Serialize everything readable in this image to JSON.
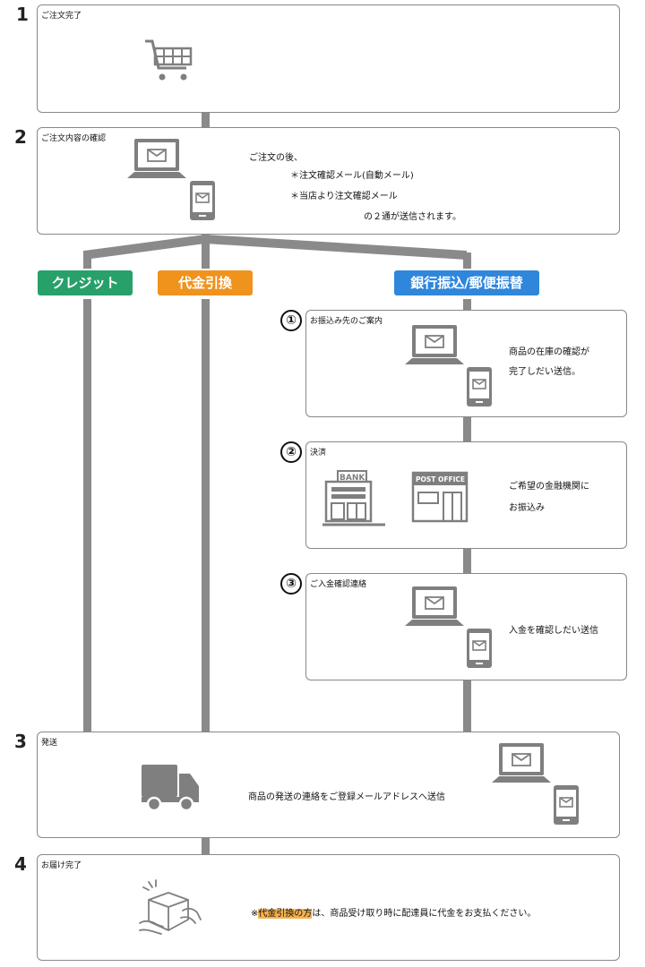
{
  "steps": [
    {
      "num": "1",
      "title": "ご注文完了"
    },
    {
      "num": "2",
      "title": "ご注文内容の確認",
      "lines": [
        "ご注文の後、",
        "＊注文確認メール(自動メール)",
        "＊当店より注文確認メール",
        "の２通が送信されます。"
      ]
    },
    {
      "num": "3",
      "title": "発送",
      "text": "商品の発送の連絡をご登録メールアドレスへ送信"
    },
    {
      "num": "4",
      "title": "お届け完了",
      "note_prefix": "※",
      "note_highlight": "代金引換の方",
      "note_rest": "は、商品受け取り時に配達員に代金をお支払ください。"
    }
  ],
  "payment_methods": [
    {
      "label": "クレジット",
      "color": "#27a06a"
    },
    {
      "label": "代金引換",
      "color": "#ef931d"
    },
    {
      "label": "銀行振込/郵便振替",
      "color": "#2f86db"
    }
  ],
  "bank_steps": [
    {
      "num": "①",
      "title": "お振込み先のご案内",
      "lines": [
        "商品の在庫の確認が",
        "完了しだい送信。"
      ]
    },
    {
      "num": "②",
      "title": "決済",
      "lines": [
        "ご希望の金融機関に",
        "お振込み"
      ],
      "bank_label": "BANK",
      "post_label": "POST OFFICE"
    },
    {
      "num": "③",
      "title": "ご入金確認連絡",
      "lines": [
        "入金を確認しだい送信"
      ]
    }
  ],
  "icons": {
    "cart": "cart-icon",
    "laptop": "laptop-mail-icon",
    "phone": "phone-mail-icon",
    "truck": "truck-icon",
    "bank": "bank-icon",
    "post": "post-office-icon",
    "box": "package-hands-icon"
  },
  "colors": {
    "line": "#8a8a8a",
    "icon": "#7f7f7f",
    "highlight": "#f6b04d"
  }
}
